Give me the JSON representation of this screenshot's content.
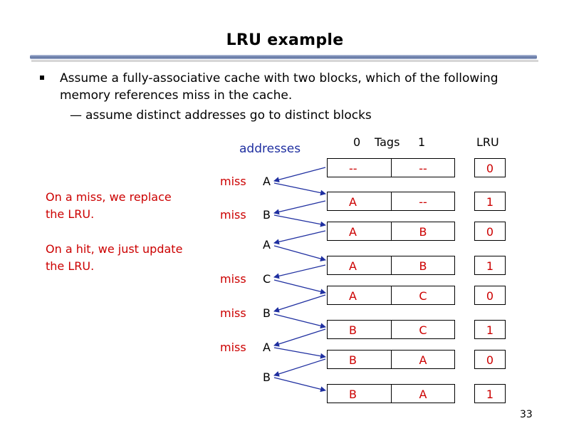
{
  "slide": {
    "title": "LRU example",
    "bullet": "Assume a fully-associative cache with two blocks, which of the following memory references miss in the cache.",
    "sub_bullet": "assume distinct addresses go to distinct blocks",
    "dash": "—",
    "notes": {
      "miss_note": "On a miss, we replace the LRU.",
      "hit_note": "On a hit, we just update the LRU."
    },
    "headers": {
      "addresses": "addresses",
      "tag0": "0",
      "tags": "Tags",
      "tag1": "1",
      "lru": "LRU"
    },
    "references": [
      {
        "status": "miss",
        "address": "A"
      },
      {
        "status": "miss",
        "address": "B"
      },
      {
        "status": "",
        "address": "A"
      },
      {
        "status": "miss",
        "address": "C"
      },
      {
        "status": "miss",
        "address": "B"
      },
      {
        "status": "miss",
        "address": "A"
      },
      {
        "status": "",
        "address": "B"
      }
    ],
    "states": [
      {
        "tag0": "--",
        "tag1": "--",
        "lru": "0"
      },
      {
        "tag0": "A",
        "tag1": "--",
        "lru": "1"
      },
      {
        "tag0": "A",
        "tag1": "B",
        "lru": "0"
      },
      {
        "tag0": "A",
        "tag1": "B",
        "lru": "1"
      },
      {
        "tag0": "A",
        "tag1": "C",
        "lru": "0"
      },
      {
        "tag0": "B",
        "tag1": "C",
        "lru": "1"
      },
      {
        "tag0": "B",
        "tag1": "A",
        "lru": "0"
      },
      {
        "tag0": "B",
        "tag1": "A",
        "lru": "1"
      }
    ],
    "page_number": "33"
  }
}
